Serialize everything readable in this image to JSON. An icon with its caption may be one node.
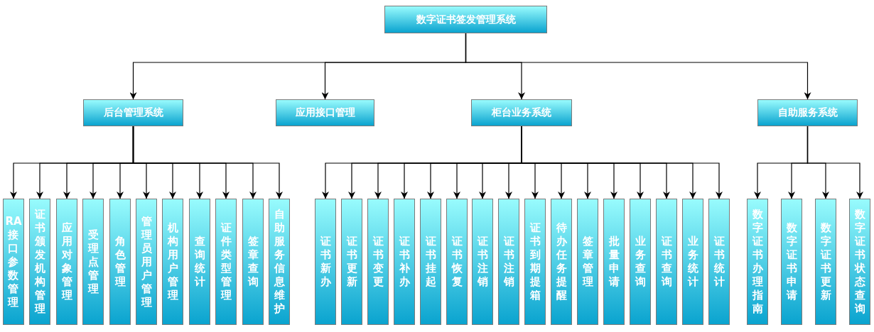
{
  "diagram": {
    "nodes": [
      {
        "text": [
          "数字证书签发管理系统"
        ]
      },
      {
        "text": [
          "后台管理系统"
        ]
      },
      {
        "text": [
          "应用接口管理"
        ]
      },
      {
        "text": [
          "柜台业务系统"
        ]
      },
      {
        "text": [
          "自助服务系统"
        ]
      },
      {
        "text": [
          "RA接口参数管理"
        ]
      },
      {
        "text": [
          "证书颁发机构管理"
        ]
      },
      {
        "text": [
          "应用对象管理"
        ]
      },
      {
        "text": [
          "受理点管理"
        ]
      },
      {
        "text": [
          "角色管理"
        ]
      },
      {
        "text": [
          "管理员用户管理"
        ]
      },
      {
        "text": [
          "机构用户管理"
        ]
      },
      {
        "text": [
          "查询统计"
        ]
      },
      {
        "text": [
          "证件类型管理"
        ]
      },
      {
        "text": [
          "签章查询"
        ]
      },
      {
        "text": [
          "自助服务信息维护"
        ]
      },
      {
        "text": [
          "证书新办"
        ]
      },
      {
        "text": [
          "证书更新"
        ]
      },
      {
        "text": [
          "证书变更"
        ]
      },
      {
        "text": [
          "证书补办"
        ]
      },
      {
        "text": [
          "证书挂起"
        ]
      },
      {
        "text": [
          "证书恢复"
        ]
      },
      {
        "text": [
          "证书注销"
        ]
      },
      {
        "text": [
          "证书注销"
        ]
      },
      {
        "text": [
          "证书到期提箱"
        ]
      },
      {
        "text": [
          "待办任务提醒"
        ]
      },
      {
        "text": [
          "签章管理"
        ]
      },
      {
        "text": [
          "批量申请"
        ]
      },
      {
        "text": [
          "业务查询"
        ]
      },
      {
        "text": [
          "证书查询"
        ]
      },
      {
        "text": [
          "业务统计"
        ]
      },
      {
        "text": [
          "证书统计"
        ]
      },
      {
        "text": [
          "数字证书办理指南"
        ]
      },
      {
        "text": [
          "数字证书申请"
        ]
      },
      {
        "text": [
          "数字证书更新"
        ]
      },
      {
        "text": [
          "数字证书状态查询"
        ]
      }
    ],
    "edges": [
      {
        "from": 0,
        "to": 1,
        "arrow": "to"
      },
      {
        "from": 0,
        "to": 2,
        "arrow": "to"
      },
      {
        "from": 0,
        "to": 3,
        "arrow": "to"
      },
      {
        "from": 0,
        "to": 4,
        "arrow": "to"
      },
      {
        "from": 1,
        "to": 5,
        "arrow": "to"
      },
      {
        "from": 1,
        "to": 6,
        "arrow": "to"
      },
      {
        "from": 1,
        "to": 7,
        "arrow": "to"
      },
      {
        "from": 1,
        "to": 8,
        "arrow": "to"
      },
      {
        "from": 1,
        "to": 9,
        "arrow": "to"
      },
      {
        "from": 1,
        "to": 10,
        "arrow": "to"
      },
      {
        "from": 1,
        "to": 11,
        "arrow": "to"
      },
      {
        "from": 1,
        "to": 12,
        "arrow": "to"
      },
      {
        "from": 1,
        "to": 13,
        "arrow": "to"
      },
      {
        "from": 1,
        "to": 14,
        "arrow": "to"
      },
      {
        "from": 1,
        "to": 15,
        "arrow": "to"
      },
      {
        "from": 3,
        "to": 16,
        "arrow": "to"
      },
      {
        "from": 3,
        "to": 17,
        "arrow": "to"
      },
      {
        "from": 3,
        "to": 18,
        "arrow": "to"
      },
      {
        "from": 3,
        "to": 19,
        "arrow": "to"
      },
      {
        "from": 3,
        "to": 20,
        "arrow": "to"
      },
      {
        "from": 3,
        "to": 21,
        "arrow": "to"
      },
      {
        "from": 3,
        "to": 22,
        "arrow": "to"
      },
      {
        "from": 3,
        "to": 23,
        "arrow": "to"
      },
      {
        "from": 3,
        "to": 24,
        "arrow": "to"
      },
      {
        "from": 3,
        "to": 25,
        "arrow": "to"
      },
      {
        "from": 3,
        "to": 26,
        "arrow": "to"
      },
      {
        "from": 3,
        "to": 27,
        "arrow": "to"
      },
      {
        "from": 3,
        "to": 28,
        "arrow": "to"
      },
      {
        "from": 3,
        "to": 29,
        "arrow": "to"
      },
      {
        "from": 3,
        "to": 30,
        "arrow": "to"
      },
      {
        "from": 3,
        "to": 31,
        "arrow": "to"
      },
      {
        "from": 4,
        "to": 32,
        "arrow": "to"
      },
      {
        "from": 4,
        "to": 33,
        "arrow": "to"
      },
      {
        "from": 4,
        "to": 34,
        "arrow": "to"
      },
      {
        "from": 4,
        "to": 35,
        "arrow": "to"
      }
    ]
  }
}
